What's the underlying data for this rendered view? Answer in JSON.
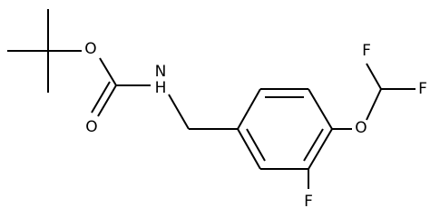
{
  "structure": {
    "atom_labels": {
      "o_ester": "O",
      "o_carbonyl": "O",
      "nitrogen": "N",
      "hydrogen": "H",
      "o_ether": "O",
      "f_ring": "F",
      "f_top": "F",
      "f_right": "F"
    },
    "colors": {
      "bond": "#000000",
      "label": "#000000",
      "background": "#ffffff"
    }
  }
}
